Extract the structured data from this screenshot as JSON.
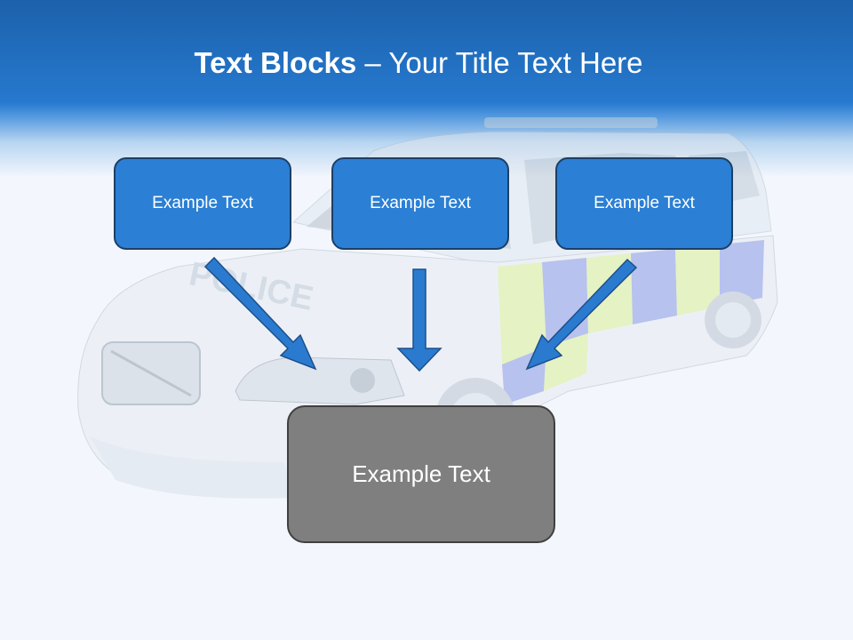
{
  "slide": {
    "title_bold": "Text Blocks",
    "title_rest": " – Your Title Text Here",
    "top_blocks": [
      {
        "text": "Example Text"
      },
      {
        "text": "Example Text"
      },
      {
        "text": "Example Text"
      }
    ],
    "bottom_block": {
      "text": "Example Text"
    },
    "background_image": "police-car-photo",
    "car_decal_text": "POLICE"
  },
  "colors": {
    "header_blue": "#2679cf",
    "block_blue": "#2b7fd4",
    "block_grey": "#7f7f7f",
    "arrow_blue": "#2a7bd0"
  }
}
